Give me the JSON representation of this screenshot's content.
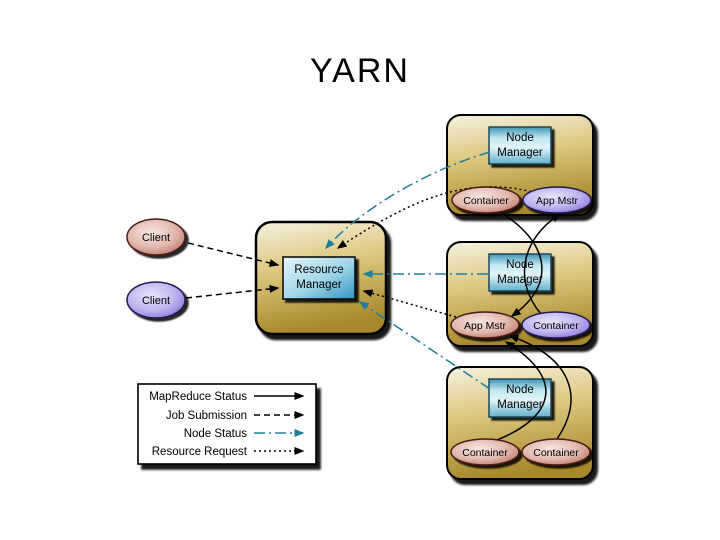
{
  "title": "YARN",
  "colors": {
    "teal_accent": "#217e9b",
    "line_black": "#000000",
    "gold_box_light": "#f2ecd6",
    "gold_box_dark": "#ab8b29",
    "blue_box_accent": "#3e95b6",
    "pink_ellipse_edge": "#a85a51",
    "purple_ellipse_edge": "#6f58d0"
  },
  "clients": [
    {
      "label": "Client",
      "variant": "pink"
    },
    {
      "label": "Client",
      "variant": "purple"
    }
  ],
  "resource_manager": {
    "line1": "Resource",
    "line2": "Manager"
  },
  "node_managers": [
    {
      "line1": "Node",
      "line2": "Manager",
      "children": [
        {
          "label": "Container",
          "variant": "pink"
        },
        {
          "label": "App Mstr",
          "variant": "purple"
        }
      ]
    },
    {
      "line1": "Node",
      "line2": "Manager",
      "children": [
        {
          "label": "App Mstr",
          "variant": "pink"
        },
        {
          "label": "Container",
          "variant": "purple"
        }
      ]
    },
    {
      "line1": "Node",
      "line2": "Manager",
      "children": [
        {
          "label": "Container",
          "variant": "pink"
        },
        {
          "label": "Container",
          "variant": "pink"
        }
      ]
    }
  ],
  "legend": {
    "items": [
      {
        "label": "MapReduce Status",
        "style": "solid",
        "color": "#000000"
      },
      {
        "label": "Job Submission",
        "style": "dashed",
        "color": "#000000"
      },
      {
        "label": "Node Status",
        "style": "dashdot",
        "color": "#217e9b"
      },
      {
        "label": "Resource Request",
        "style": "dotted",
        "color": "#000000"
      }
    ]
  }
}
